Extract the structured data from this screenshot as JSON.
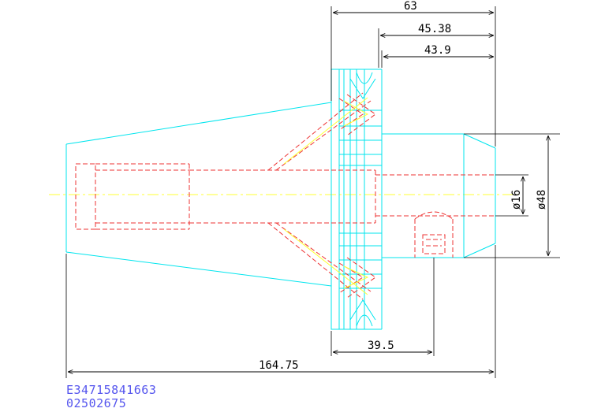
{
  "drawing": {
    "dimensions": {
      "top_overall": "63",
      "top_mid": "45.38",
      "top_inner": "43.9",
      "bore_diameter": "ø16",
      "shank_diameter": "ø48",
      "gauge_offset": "39.5",
      "overall_length": "164.75"
    },
    "part_codes": {
      "code_1": "E34715841663",
      "code_2": "02502675"
    }
  },
  "colors": {
    "outline": "#00e5ee",
    "hidden": "#ee3333",
    "centerline": "#ffff33",
    "dimension": "#000000",
    "code_text": "#5555ee"
  }
}
